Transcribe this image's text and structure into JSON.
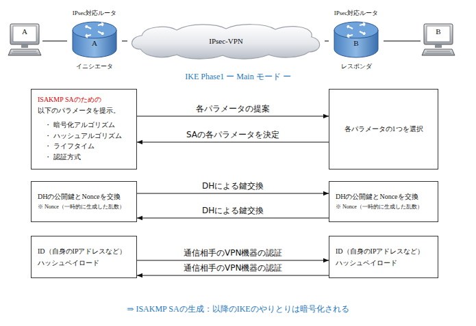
{
  "diagram": {
    "title": "IKE Phase1 ー Main モード ー",
    "caption": "⇒ ISAKMP SAの生成：以降のIKEのやりとりは暗号化される",
    "nodes": [
      {
        "text": [
          "A"
        ]
      },
      {
        "text": [
          "IPsec対応ルータ",
          "A",
          "イニシエータ"
        ]
      },
      {
        "text": [
          "IPsec-VPN"
        ]
      },
      {
        "text": [
          "IPsec対応ルータ",
          "B",
          "レスポンダ"
        ]
      },
      {
        "text": [
          "B"
        ]
      },
      {
        "text": [
          "ISAKMP SAのための",
          "以下のパラメータを提示。",
          "・ 暗号化アルゴリズム",
          "・ ハッシュアルゴリズム",
          "・ ライフタイム",
          "・ 認証方式"
        ]
      },
      {
        "text": [
          "各パラメータの1つを選択"
        ]
      },
      {
        "text": [
          "DHの公開鍵とNonceを交換",
          "※ Nonce（一時的に生成した乱数）"
        ]
      },
      {
        "text": [
          "DHの公開鍵とNonceを交換",
          "※ Nonce（一時的に生成した乱数）"
        ]
      },
      {
        "text": [
          "ID（自身のIPアドレスなど）",
          "ハッシュペイロード"
        ]
      },
      {
        "text": [
          "ID（自身のIPアドレスなど）",
          "ハッシュペイロード"
        ]
      }
    ],
    "edges": [
      {
        "from": 0,
        "to": 1,
        "arrow": "none"
      },
      {
        "from": 1,
        "to": 2,
        "arrow": "none"
      },
      {
        "from": 2,
        "to": 3,
        "arrow": "none"
      },
      {
        "from": 3,
        "to": 4,
        "arrow": "none"
      },
      {
        "from": 5,
        "to": 6,
        "arrow": "to",
        "label": "各パラメータの提案"
      },
      {
        "from": 6,
        "to": 5,
        "arrow": "to",
        "label": "SAの各パラメータを決定"
      },
      {
        "from": 7,
        "to": 8,
        "arrow": "to",
        "label": "DHによる鍵交換"
      },
      {
        "from": 8,
        "to": 7,
        "arrow": "to",
        "label": "DHによる鍵交換"
      },
      {
        "from": 9,
        "to": 10,
        "arrow": "to",
        "label": "通信相手のVPN機器の認証"
      },
      {
        "from": 10,
        "to": 9,
        "arrow": "to",
        "label": "通信相手のVPN機器の認証"
      }
    ]
  }
}
